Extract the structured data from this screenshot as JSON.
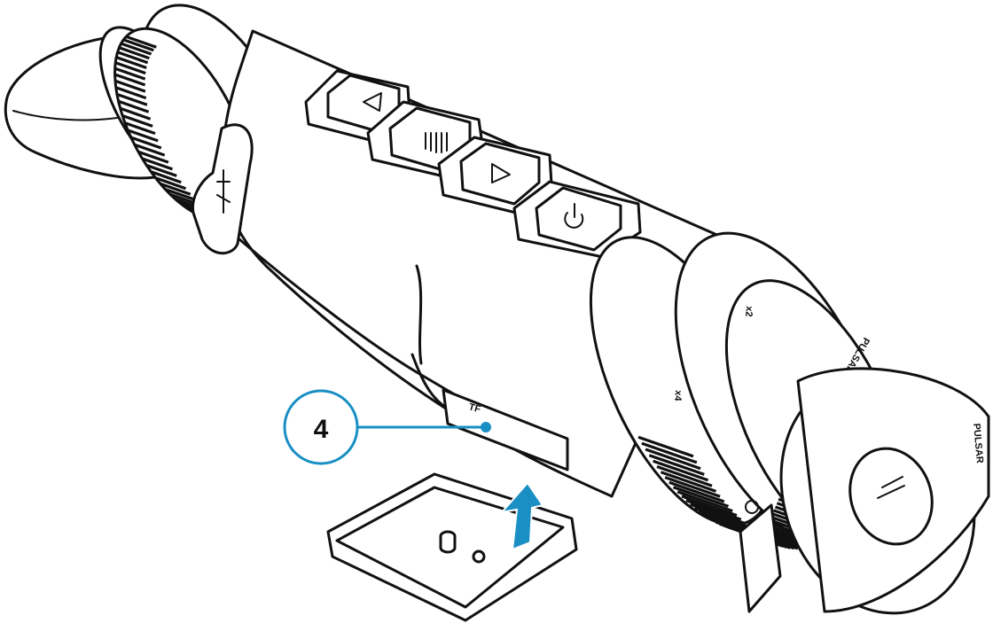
{
  "callout": {
    "label": "4"
  },
  "markings": {
    "zoom_low": "x2",
    "zoom_high": "x4",
    "lens_ring": "PULSAR XP50",
    "cap_brand": "PULSAR",
    "slot_label": "TF"
  },
  "colors": {
    "callout_accent": "#1a8fc4",
    "arrow_accent": "#1a8fc4",
    "line": "#111111"
  },
  "icons": [
    "usb-icon",
    "left-arrow-icon",
    "menu-icon",
    "right-arrow-icon",
    "power-icon",
    "up-arrow-icon",
    "pulsar-logo-icon"
  ]
}
